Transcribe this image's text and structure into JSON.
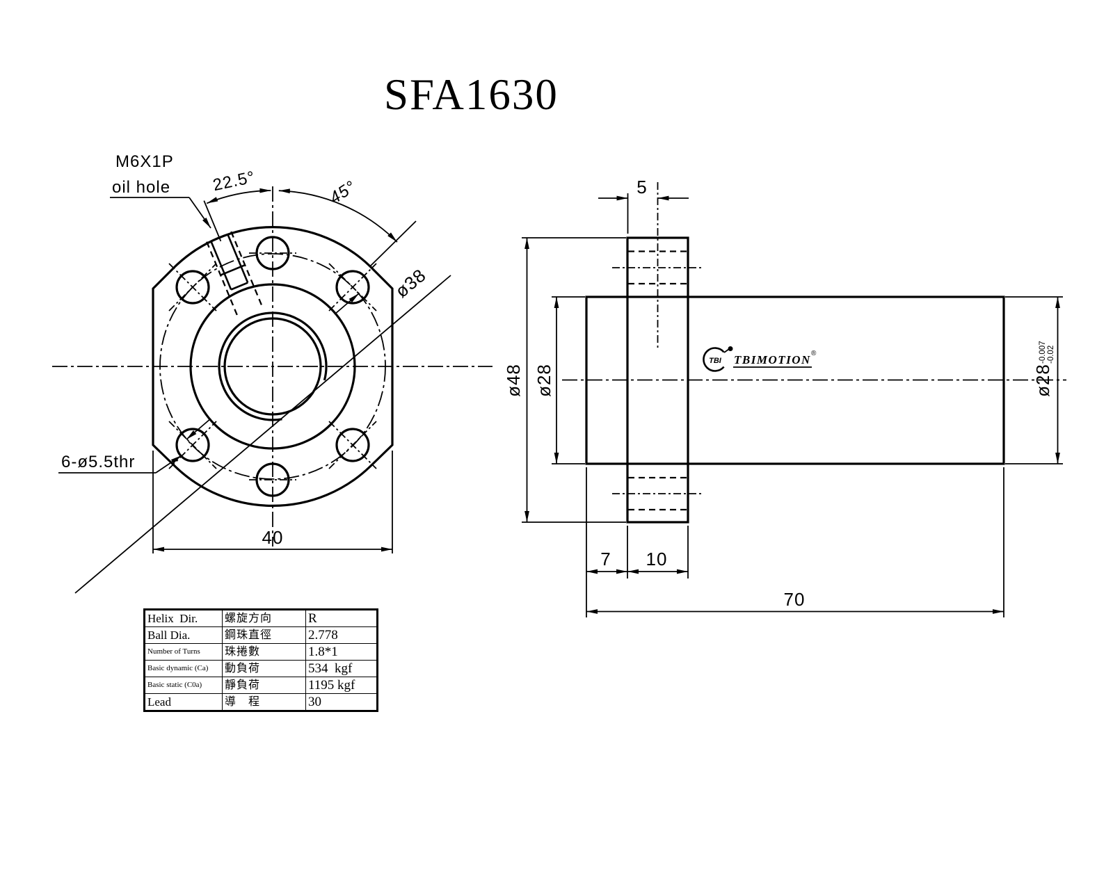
{
  "title": "SFA1630",
  "front_view": {
    "oil_hole_label_line1": "M6X1P",
    "oil_hole_label_line2": "oil hole",
    "angle_oil_hole": "22.5°",
    "angle_bolt_holes": "45°",
    "bolt_circle_dia": "ø38",
    "bolt_holes_spec": "6-ø5.5thr",
    "flange_width": "40"
  },
  "side_view": {
    "oil_hole_offset": "5",
    "flange_dia": "ø48",
    "body_dia_left": "ø28",
    "body_dia_right": "ø28",
    "body_dia_tol_upper": "-0.007",
    "body_dia_tol_lower": "-0.02",
    "left_end_to_flange": "7",
    "flange_thickness": "10",
    "body_length": "70"
  },
  "logo": {
    "mark": "TBI",
    "name": "TBIMOTION",
    "registered": "®"
  },
  "spec_table": {
    "rows": [
      {
        "en": "Helix  Dir.",
        "zh": "螺旋方向",
        "value": "R"
      },
      {
        "en": "Ball Dia.",
        "zh": "鋼珠直徑",
        "value": "2.778"
      },
      {
        "en": "Number of Turns",
        "zh": "珠捲數",
        "value": "1.8*1"
      },
      {
        "en": "Basic dynamic (Ca)",
        "zh": "動負荷",
        "value": "534  kgf"
      },
      {
        "en": "Basic static (C0a)",
        "zh": "靜負荷",
        "value": "1195 kgf"
      },
      {
        "en": "Lead",
        "zh": "導　程",
        "value": "30"
      }
    ]
  }
}
